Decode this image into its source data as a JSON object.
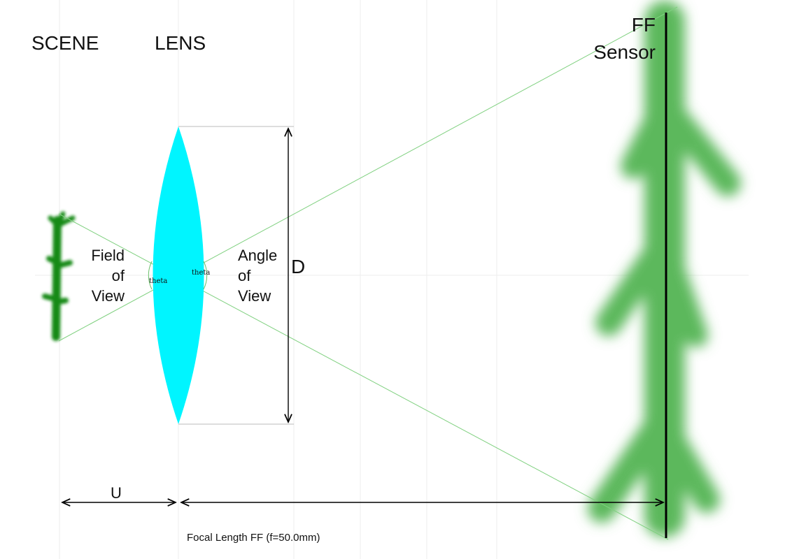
{
  "labels": {
    "scene": "SCENE",
    "lens": "LENS",
    "sensor_line1": "FF",
    "sensor_line2": "Sensor",
    "fov_line1": "Field",
    "fov_line2": "of",
    "fov_line3": "View",
    "aov_line1": "Angle",
    "aov_line2": "of",
    "aov_line3": "View",
    "diameter": "D",
    "theta_left": "theta",
    "theta_right": "theta",
    "distance": "U",
    "focal_length": "Focal Length FF  (f=50.0mm)"
  },
  "colors": {
    "lens": "#00f5ff",
    "tree_small": "#128a12",
    "tree_large": "#5cb85c",
    "rays": "#7fd07f",
    "grid": "#eeeeee"
  }
}
